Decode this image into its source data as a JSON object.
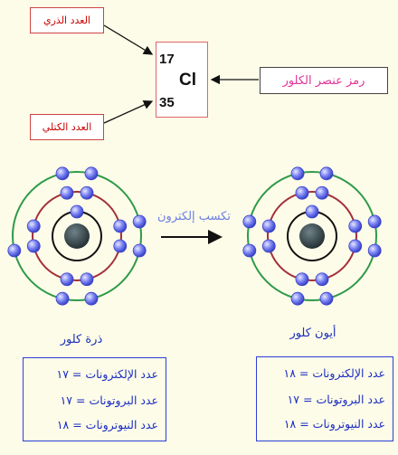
{
  "labels": {
    "atomic_number": "العدد الذري",
    "mass_number": "العدد الكتلي",
    "symbol_name": "رمز عنصر الكلور"
  },
  "element": {
    "atomic_number": "17",
    "symbol": "Cl",
    "mass_number": "35"
  },
  "process": "تكسب إلكترون",
  "atom": {
    "caption": "ذرة كلور",
    "rows": [
      "عدد الإلكترونات = ١٧",
      "عدد البروتونات = ١٧",
      "عدد النيوترونات = ١٨"
    ],
    "shells": [
      2,
      8,
      7
    ]
  },
  "ion": {
    "caption": "أيون كلور",
    "rows": [
      "عدد الإلكترونات = ١٨",
      "عدد البروتونات = ١٧",
      "عدد النيوترونات = ١٨"
    ],
    "shells": [
      2,
      8,
      8
    ]
  },
  "colors": {
    "outer_shell": "#2e9a4b",
    "middle_shell": "#a3303a",
    "inner_shell": "#111111",
    "electron": "#6b74f0",
    "nucleus": "#2b3a3f"
  }
}
